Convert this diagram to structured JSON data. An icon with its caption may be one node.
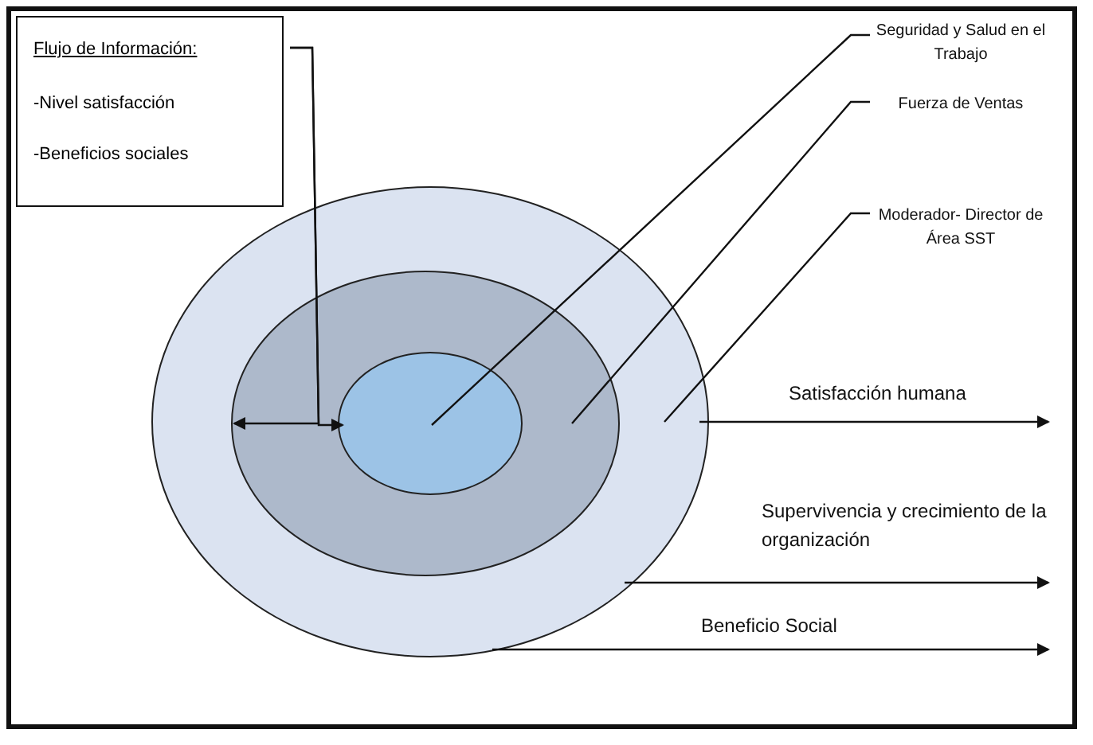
{
  "diagram": {
    "nodes": [
      {
        "text": [
          "Flujo de Información:",
          "-Nivel satisfacción",
          "-Beneficios sociales"
        ]
      },
      {
        "text": [],
        "shape": "circle"
      },
      {
        "text": [],
        "shape": "circle",
        "in": 1
      },
      {
        "text": [],
        "shape": "circle",
        "in": 2
      },
      {
        "text": [
          "Seguridad y Salud en el Trabajo"
        ]
      },
      {
        "text": [
          "Fuerza de Ventas"
        ]
      },
      {
        "text": [
          "Moderador- Director de Área SST"
        ]
      }
    ],
    "edges": [
      {
        "from": 4,
        "to": 3,
        "arrow": "none"
      },
      {
        "from": 5,
        "to": 2,
        "arrow": "none"
      },
      {
        "from": 6,
        "to": 1,
        "arrow": "none"
      },
      {
        "from": 0,
        "to": 2,
        "arrow": "to"
      },
      {
        "from": 0,
        "to": 3,
        "arrow": "to"
      },
      {
        "from": 1,
        "to": null,
        "arrow": "to",
        "label": "Satisfacción humana"
      },
      {
        "from": 1,
        "to": null,
        "arrow": "to",
        "label": "Supervivencia y crecimiento de la organización"
      },
      {
        "from": 1,
        "to": null,
        "arrow": "to",
        "label": "Beneficio Social"
      }
    ]
  }
}
